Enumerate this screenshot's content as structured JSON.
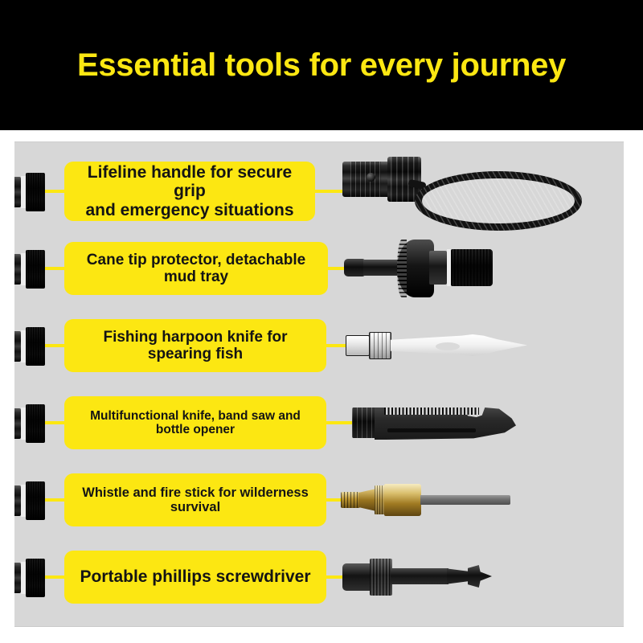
{
  "header": {
    "title": "Essential tools for every journey",
    "background_color": "#000000",
    "title_color": "#FCE712"
  },
  "panel": {
    "background_color": "#D7D7D7",
    "accent_color": "#FCE712",
    "label_text_color": "#141414"
  },
  "features": [
    {
      "id": "lifeline-handle",
      "label_line1": "Lifeline handle for secure grip",
      "label_line2": "and emergency situations",
      "product": "flashlight-handle-with-paracord-lanyard"
    },
    {
      "id": "cane-tip-protector",
      "label_line1": "Cane tip protector, detachable mud tray",
      "label_line2": "",
      "product": "cane-tip-with-mud-tray"
    },
    {
      "id": "fishing-harpoon-knife",
      "label_line1": "Fishing harpoon knife for spearing fish",
      "label_line2": "",
      "product": "harpoon-spear-tip"
    },
    {
      "id": "multifunctional-knife",
      "label_line1": "Multifunctional knife, band saw and bottle opener",
      "label_line2": "",
      "product": "tactical-knife-with-saw-and-bottle-opener"
    },
    {
      "id": "whistle-fire-stick",
      "label_line1": "Whistle and fire stick for wilderness survival",
      "label_line2": "",
      "product": "brass-whistle-with-ferro-rod"
    },
    {
      "id": "phillips-screwdriver",
      "label_line1": "Portable phillips screwdriver",
      "label_line2": "",
      "product": "phillips-screwdriver-bit"
    }
  ]
}
